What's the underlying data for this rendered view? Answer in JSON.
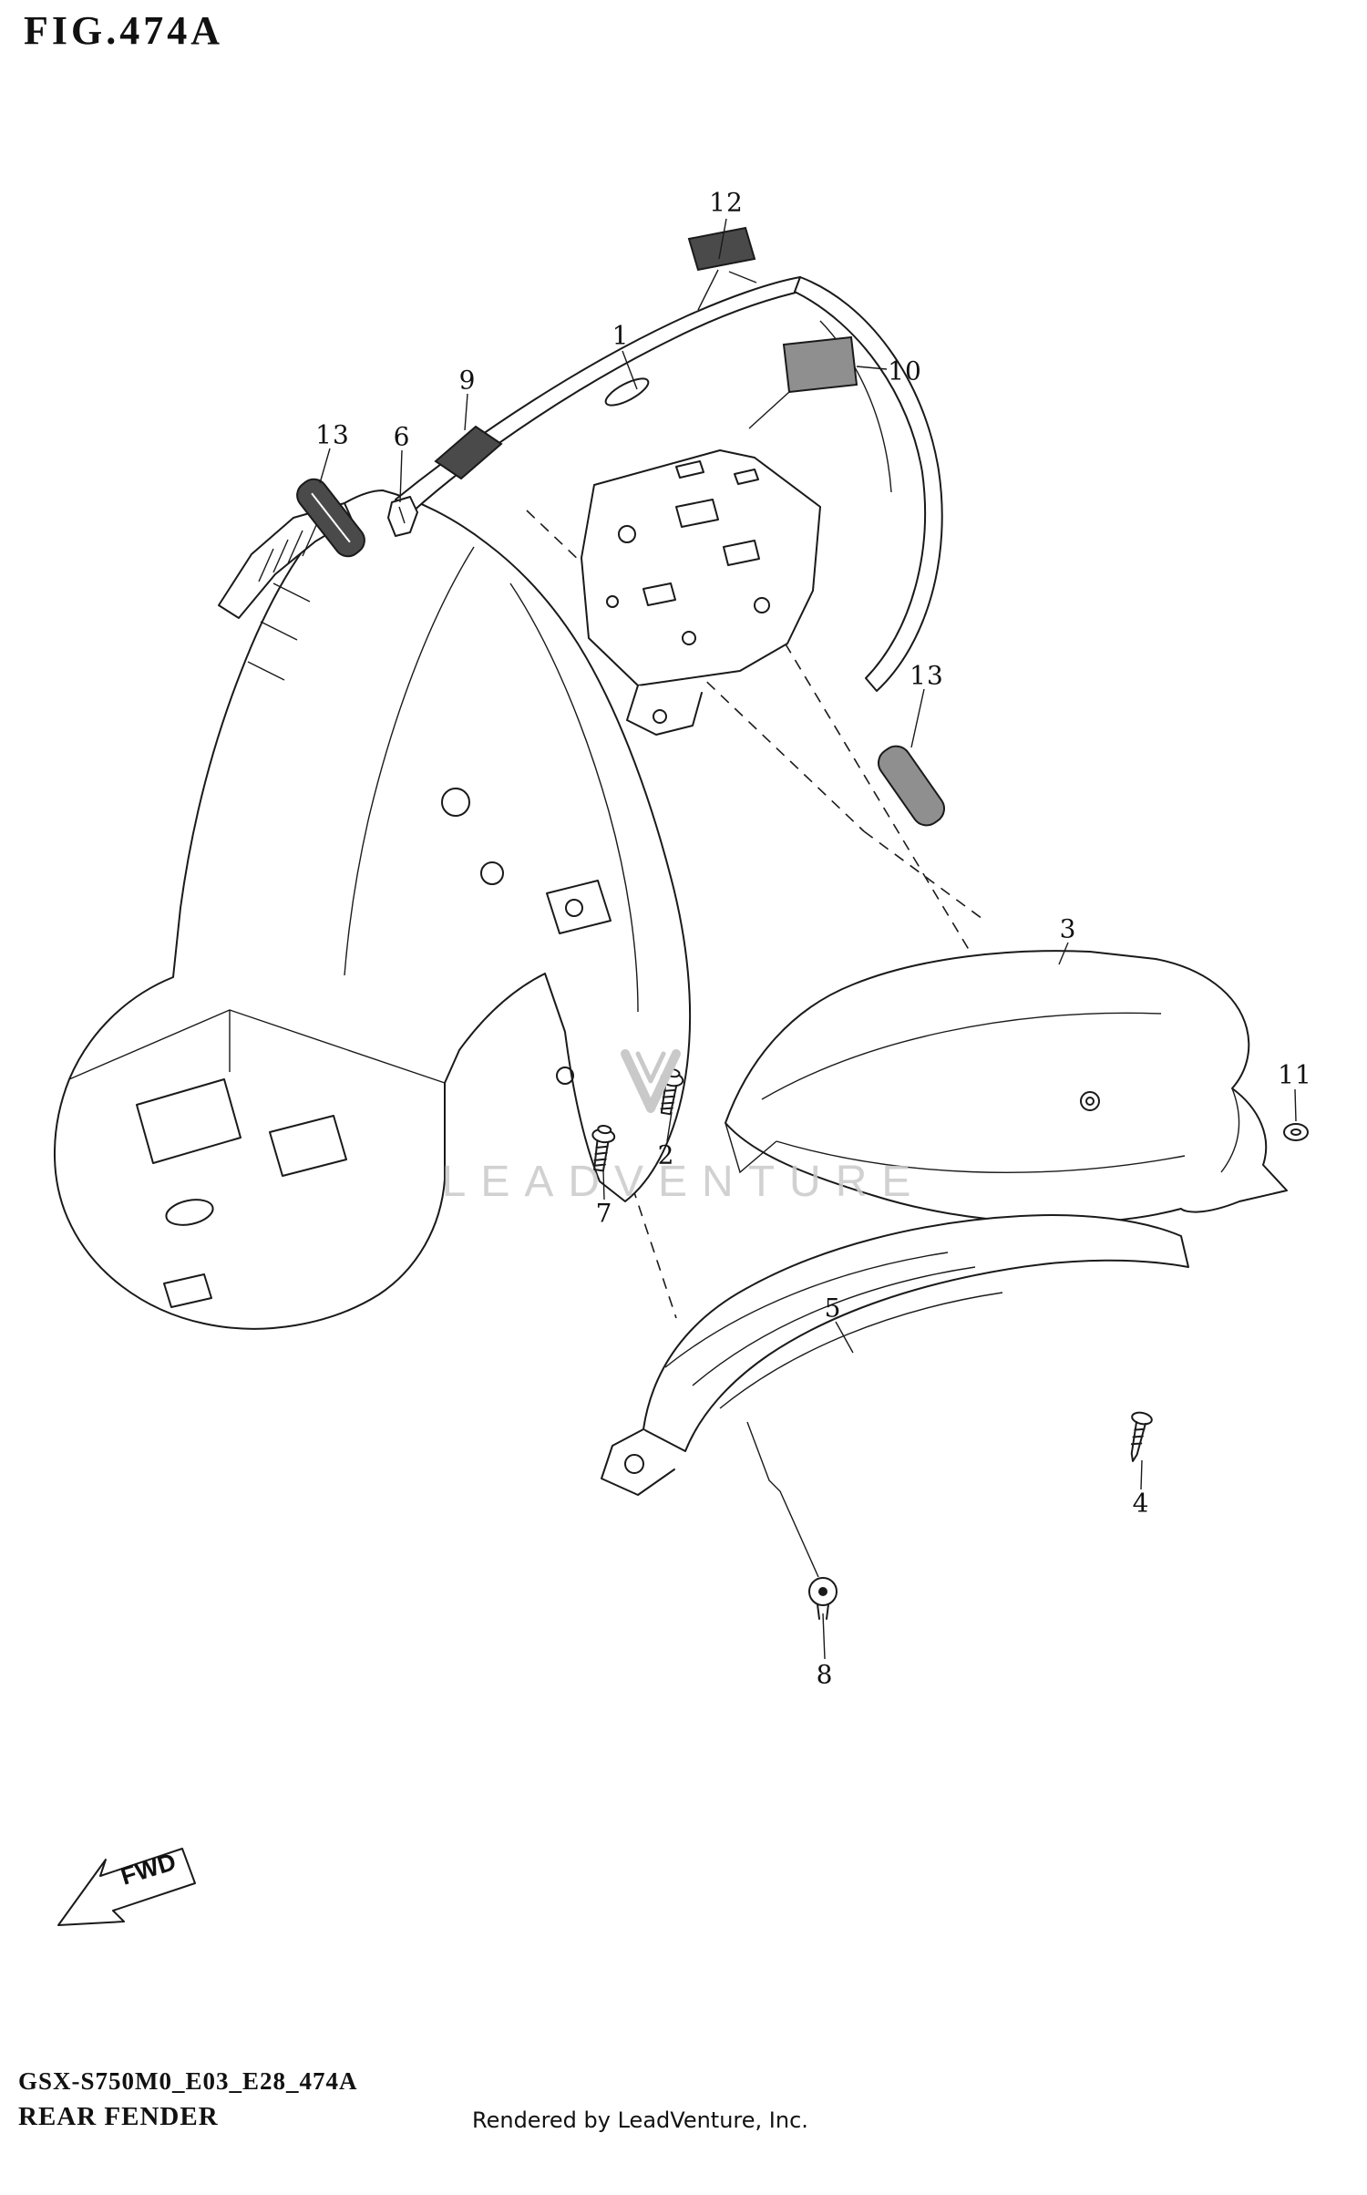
{
  "figure": {
    "title": "FIG.474A",
    "caption": "REAR FENDER",
    "diagram_code": "GSX-S750M0_E03_E28_474A",
    "rendered_by": "Rendered by LeadVenture, Inc.",
    "direction_label": "FWD",
    "watermark": "LEADVENTURE"
  },
  "callouts": [
    {
      "label": "12"
    },
    {
      "label": "1"
    },
    {
      "label": "9"
    },
    {
      "label": "10"
    },
    {
      "label": "13"
    },
    {
      "label": "6"
    },
    {
      "label": "13"
    },
    {
      "label": "3"
    },
    {
      "label": "11"
    },
    {
      "label": "2"
    },
    {
      "label": "7"
    },
    {
      "label": "5"
    },
    {
      "label": "4"
    },
    {
      "label": "8"
    }
  ],
  "colors": {
    "line": "#1a1a1a",
    "pad_fill_dark": "#4a4a4a",
    "pad_fill_mid": "#8f8f8f",
    "watermark": "#c9c9c9",
    "background": "#ffffff"
  }
}
